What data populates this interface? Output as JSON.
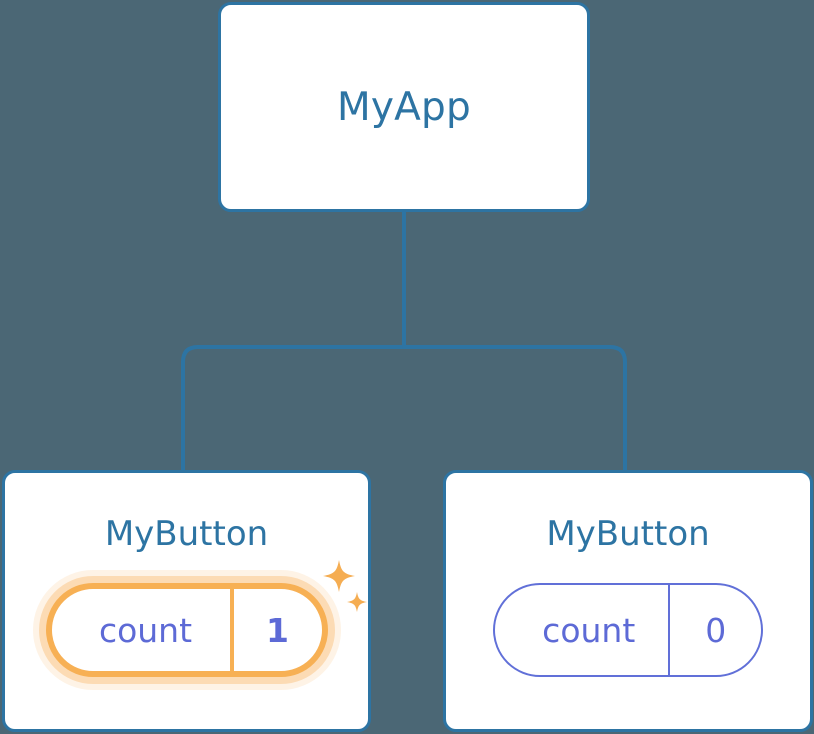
{
  "diagram": {
    "type": "component-tree",
    "background_color": "#4b6775",
    "edge_color": "#2d74a3"
  },
  "root": {
    "label": "MyApp",
    "text_color": "#2d74a3",
    "border_color": "#2d74a3",
    "fill_color": "#ffffff"
  },
  "children": [
    {
      "label": "MyButton",
      "state": {
        "key": "count",
        "value": "1",
        "highlighted": true,
        "highlight_color": "#f7b054",
        "text_color": "#5d6ad6"
      },
      "sparkles": [
        "sparkle-large",
        "sparkle-small"
      ]
    },
    {
      "label": "MyButton",
      "state": {
        "key": "count",
        "value": "0",
        "highlighted": false,
        "outline_color": "#6170d8",
        "text_color": "#5d6ad6"
      },
      "sparkles": []
    }
  ]
}
